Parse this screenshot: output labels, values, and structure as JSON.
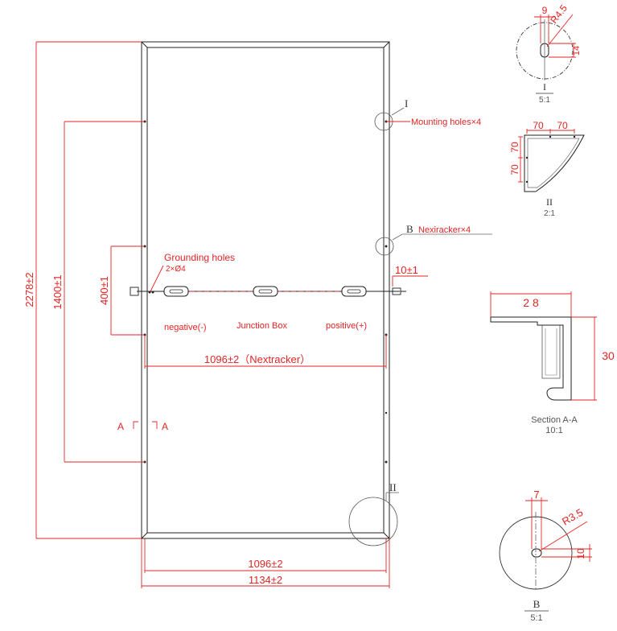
{
  "dimensions": {
    "overall_length": "2278±2",
    "mounting_spacing": "1400±1",
    "grounding_spacing": "400±1",
    "nextracker_width": "1096±2（Nextracker）",
    "cable_offset": "10±1",
    "bottom_inner_width": "1096±2",
    "bottom_overall_width": "1134±2"
  },
  "labels": {
    "grounding_holes": "Grounding holes",
    "grounding_spec": "2×Ø4",
    "mounting_holes": "Mounting holes×4",
    "nexiracker": "Nexiracker×4",
    "negative": "negative(-)",
    "junction_box": "Junction Box",
    "positive": "positive(+)",
    "section_a_left": "A",
    "section_a_right": "A"
  },
  "markers": {
    "detail_i": "I",
    "detail_ii": "II",
    "detail_b": "B"
  },
  "detail_i": {
    "w": "9",
    "r": "R4.5",
    "h": "14",
    "title": "I",
    "scale": "5:1"
  },
  "detail_ii": {
    "a": "70",
    "b": "70",
    "c": "70",
    "d": "70",
    "title": "II",
    "scale": "2:1"
  },
  "section_aa": {
    "w": "2 8",
    "h": "30",
    "title": "Section A-A",
    "scale": "10:1"
  },
  "detail_b": {
    "w": "7",
    "r": "R3.5",
    "h": "10",
    "title": "B",
    "scale": "5:1"
  },
  "colors": {
    "dimension": "#e32424",
    "outline": "#222222",
    "construction": "#666666"
  }
}
